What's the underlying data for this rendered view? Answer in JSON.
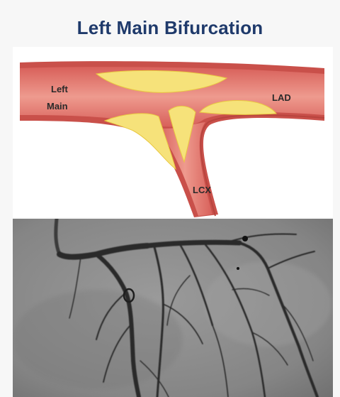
{
  "title": "Left Main Bifurcation",
  "diagram": {
    "labels": {
      "left_main_line1": "Left",
      "left_main_line2": "Main",
      "lad": "LAD",
      "lcx": "LCX"
    },
    "colors": {
      "vessel_wall": "#c9504a",
      "vessel_lumen": "#e98a80",
      "plaque_fill": "#f6e27a",
      "plaque_edge": "#e9c840"
    }
  },
  "angiogram": {
    "colors": {
      "background": "#8b8b8b",
      "vessel": "#2a2a2a"
    }
  }
}
